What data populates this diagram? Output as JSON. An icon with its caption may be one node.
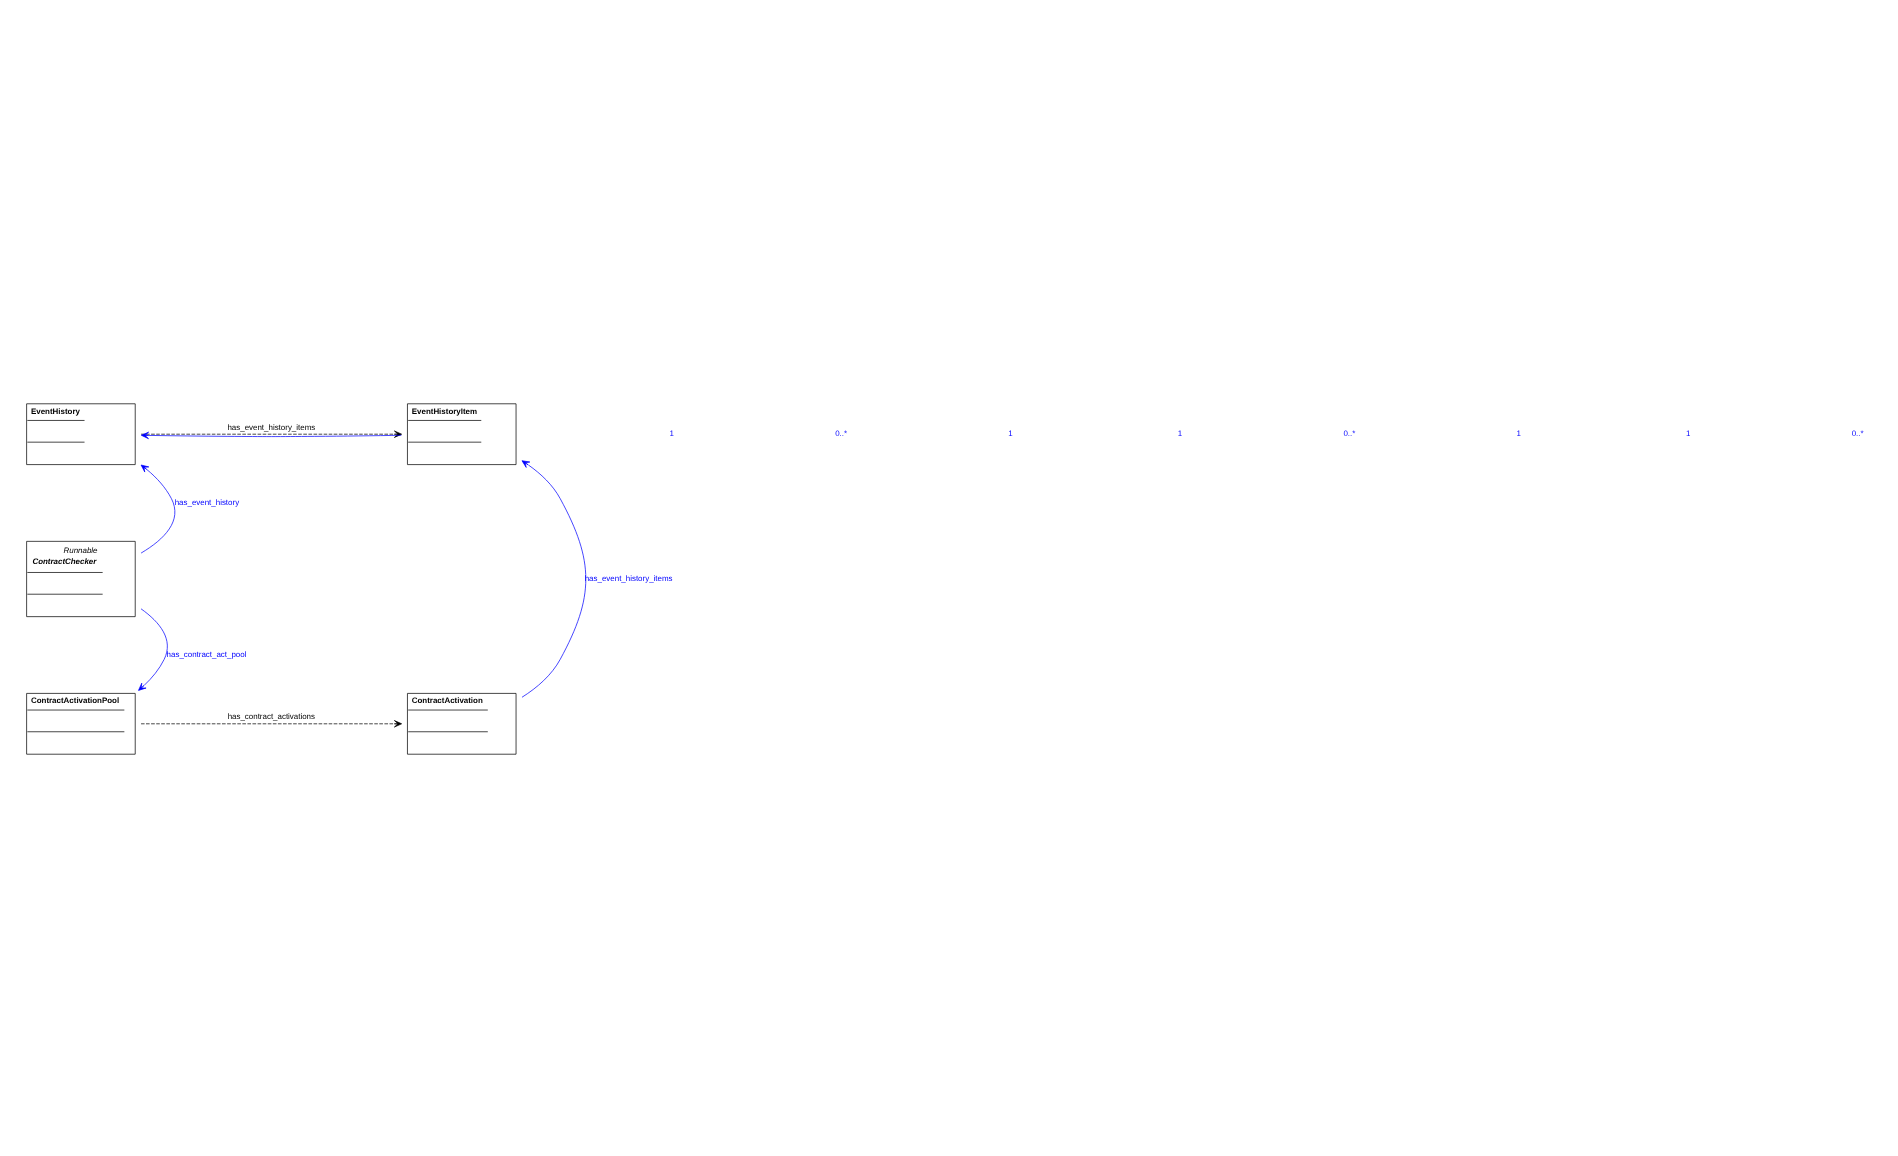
{
  "diagram": {
    "nodes": [
      {
        "text": [
          "EventHistory"
        ]
      },
      {
        "text": [
          "EventHistoryItem"
        ]
      },
      {
        "text": [
          "Runnable",
          "ContractChecker"
        ]
      },
      {
        "text": [
          "ContractActivationPool"
        ]
      },
      {
        "text": [
          "ContractActivation"
        ]
      }
    ],
    "edges": [
      {
        "from": 1,
        "to": 0,
        "arrow": "to"
      },
      {
        "from": 0,
        "to": 1,
        "arrow": "to",
        "label": "has_event_history_items",
        "style": "dashed",
        "color": "#000000"
      },
      {
        "from": 2,
        "to": 0,
        "arrow": "to",
        "label": "has_event_history"
      },
      {
        "from": 2,
        "to": 3,
        "arrow": "to",
        "label": "has_contract_act_pool"
      },
      {
        "from": 3,
        "to": 4,
        "arrow": "to",
        "label": "has_contract_activations",
        "style": "dashed",
        "color": "#000000"
      },
      {
        "from": 4,
        "to": 1,
        "arrow": "to",
        "label": "has_event_history_items"
      }
    ],
    "labels": [
      "1",
      "0..*",
      "1",
      "1",
      "0..*",
      "1",
      "1",
      "0..*"
    ]
  }
}
